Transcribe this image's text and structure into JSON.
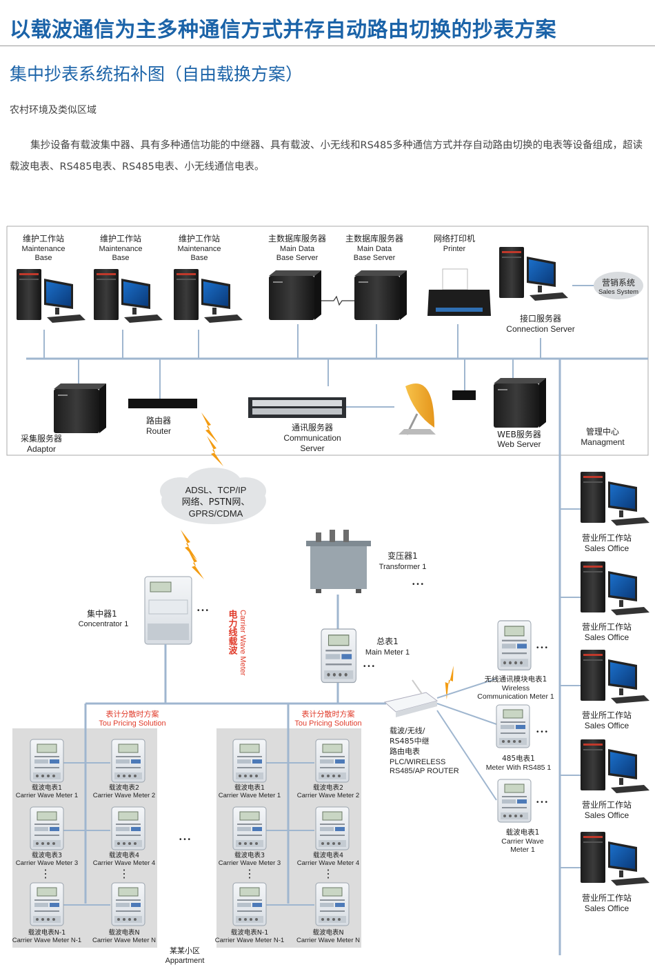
{
  "page": {
    "title": "以载波通信为主多种通信方式并存自动路由切换的抄表方案",
    "subtitle": "集中抄表系统拓补图（自由载换方案）",
    "region": "农村环境及类似区域",
    "paragraph": "集抄设备有载波集中器、具有多种通信功能的中继器、具有载波、小无线和RS485多种通信方式并存自动路由切换的电表等设备组成，超读载波电表、RS485电表、RS485电表、小无线通信电表。"
  },
  "top": {
    "workstations": [
      {
        "cn": "维护工作站",
        "en1": "Maintenance",
        "en2": "Base"
      },
      {
        "cn": "维护工作站",
        "en1": "Maintenance",
        "en2": "Base"
      },
      {
        "cn": "维护工作站",
        "en1": "Maintenance",
        "en2": "Base"
      }
    ],
    "db_servers": [
      {
        "cn": "主数据库服务器",
        "en1": "Main Data",
        "en2": "Base Server"
      },
      {
        "cn": "主数据库服务器",
        "en1": "Main Data",
        "en2": "Base Server"
      }
    ],
    "printer": {
      "cn": "网络打印机",
      "en": "Printer"
    },
    "connection_server": {
      "cn": "接口服务器",
      "en": "Connection Server"
    },
    "sales_system": {
      "cn": "营销系统",
      "en": "Sales System"
    },
    "adaptor": {
      "cn": "采集服务器",
      "en": "Adaptor"
    },
    "router": {
      "cn": "路由器",
      "en": "Router"
    },
    "comm_server": {
      "cn": "通讯服务器",
      "en1": "Communication",
      "en2": "Server"
    },
    "web_server": {
      "cn": "WEB服务器",
      "en": "Web Server"
    },
    "management": {
      "cn": "管理中心",
      "en": "Managment"
    }
  },
  "cloud": {
    "line1": "ADSL、TCP/IP",
    "line2": "网络、PSTN网、",
    "line3": "GPRS/CDMA"
  },
  "field": {
    "concentrator": {
      "cn": "集中器1",
      "en": "Concentrator 1"
    },
    "powerline_cn": "电力线载波",
    "powerline_en": "Carrier Wave Meter",
    "transformer": {
      "cn": "变压器1",
      "en": "Transformer 1"
    },
    "main_meter": {
      "cn": "总表1",
      "en": "Main Meter 1"
    },
    "wireless_meter": {
      "cn": "无线通讯模块电表1",
      "en1": "Wireless",
      "en2": "Communication Meter 1"
    },
    "router_device": {
      "l1": "载波/无线/",
      "l2": "RS485中继",
      "l3": "路由电表",
      "l4": "PLC/WIRELESS",
      "l5": "RS485/AP ROUTER"
    },
    "rs485_meter": {
      "cn": "485电表1",
      "en": "Meter With RS485 1"
    },
    "carrier_meter_r": {
      "cn": "载波电表1",
      "en1": "Carrier Wave",
      "en2": "Meter 1"
    },
    "tou": {
      "cn": "表计分散时方案",
      "en": "Tou Pricing Solution"
    },
    "apartment_meters": [
      {
        "cn": "载波电表1",
        "en": "Carrier Wave Meter 1"
      },
      {
        "cn": "载波电表2",
        "en": "Carrier Wave Meter 2"
      },
      {
        "cn": "载波电表3",
        "en": "Carrier Wave Meter 3"
      },
      {
        "cn": "载波电表4",
        "en": "Carrier Wave Meter 4"
      },
      {
        "cn": "载波电表N-1",
        "en": "Carrier Wave Meter N-1"
      },
      {
        "cn": "载波电表N",
        "en": "Carrier Wave Meter N"
      }
    ],
    "apartment": {
      "cn": "某某小区",
      "en": "Appartment"
    },
    "ellipsis": "• • •",
    "vellipsis": "⋮"
  },
  "sales_offices": [
    {
      "cn": "营业所工作站",
      "en": "Sales Office"
    },
    {
      "cn": "营业所工作站",
      "en": "Sales Office"
    },
    {
      "cn": "营业所工作站",
      "en": "Sales Office"
    },
    {
      "cn": "营业所工作站",
      "en": "Sales Office"
    },
    {
      "cn": "营业所工作站",
      "en": "Sales Office"
    }
  ],
  "colors": {
    "title": "#1b63a8",
    "accent_red": "#e03b2a",
    "lightning": "#f39c12",
    "line": "#9fb6cf"
  }
}
